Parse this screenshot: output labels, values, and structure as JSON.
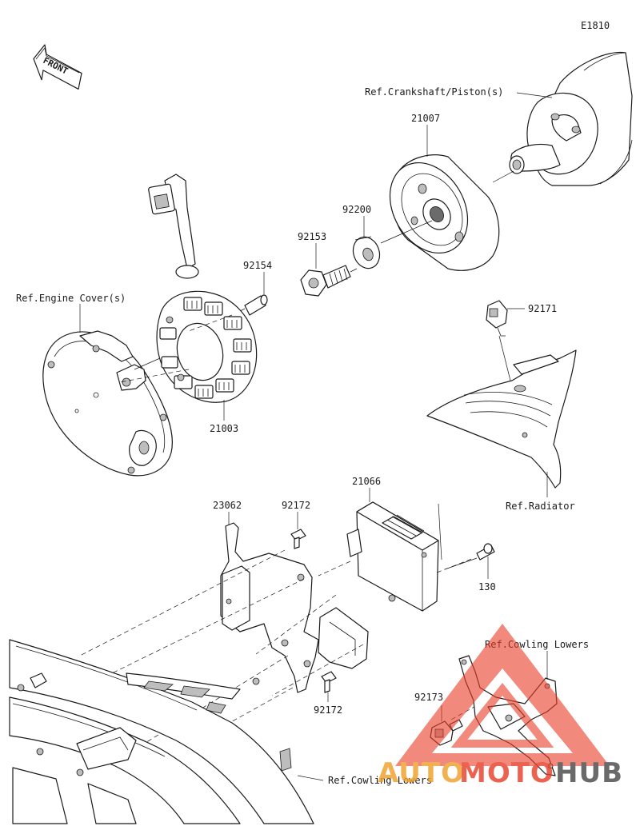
{
  "diagram_code": "E1810",
  "direction_label": "FRONT",
  "refs": {
    "crankshaft": "Ref.Crankshaft/Piston(s)",
    "engine_cover": "Ref.Engine Cover(s)",
    "radiator": "Ref.Radiator",
    "cowling_upper": "Ref.Cowling Lowers",
    "cowling_lower": "Ref.Cowling Lowers"
  },
  "parts": {
    "rotor": "21007",
    "washer": "92200",
    "bolt_rotor": "92153",
    "bolt_stator": "92154",
    "stator": "21003",
    "sensor": "92171",
    "bracket": "23062",
    "bolt_top": "92172",
    "regulator": "21066",
    "bolt_reg": "130",
    "bolt_bottom": "92172",
    "relay": "92173"
  },
  "watermark": {
    "part1": "AUTO",
    "part2": "MOTO",
    "part3": "HUB",
    "color_orange": "#f0a02a",
    "color_red": "#e8402a",
    "color_gray": "#4a4a4a"
  }
}
